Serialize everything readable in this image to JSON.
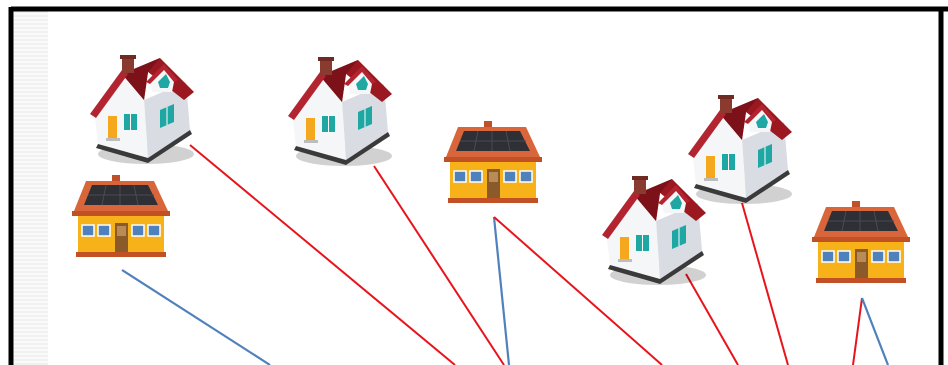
{
  "diagram": {
    "houses": [
      {
        "id": "house-red-roof-1",
        "kind": "red-roof-cottage"
      },
      {
        "id": "house-red-roof-2",
        "kind": "red-roof-cottage"
      },
      {
        "id": "house-solar-1",
        "kind": "solar-roof-house"
      },
      {
        "id": "house-solar-2",
        "kind": "solar-roof-house"
      },
      {
        "id": "house-red-roof-3",
        "kind": "red-roof-cottage"
      },
      {
        "id": "house-red-roof-4",
        "kind": "red-roof-cottage"
      },
      {
        "id": "house-solar-3",
        "kind": "solar-roof-house"
      }
    ],
    "connections": [
      {
        "from": "house-solar-1",
        "color": "#4f81bd"
      },
      {
        "from": "house-red-roof-1",
        "color": "#e8141c"
      },
      {
        "from": "house-red-roof-2",
        "color": "#e8141c"
      },
      {
        "from": "house-solar-2",
        "color": "#4f81bd"
      },
      {
        "from": "house-solar-2",
        "color": "#e8141c"
      },
      {
        "from": "house-red-roof-3",
        "color": "#e8141c"
      },
      {
        "from": "house-red-roof-4",
        "color": "#e8141c"
      },
      {
        "from": "house-solar-3",
        "color": "#e8141c"
      },
      {
        "from": "house-solar-3",
        "color": "#4f81bd"
      }
    ],
    "colors": {
      "frame": "#000000",
      "red_line": "#e8141c",
      "blue_line": "#4f81bd",
      "roof_red": "#9b1820",
      "solar_panel": "#2f2f36",
      "house_yellow": "#f7b21a",
      "window_teal": "#1ea7a3"
    }
  }
}
